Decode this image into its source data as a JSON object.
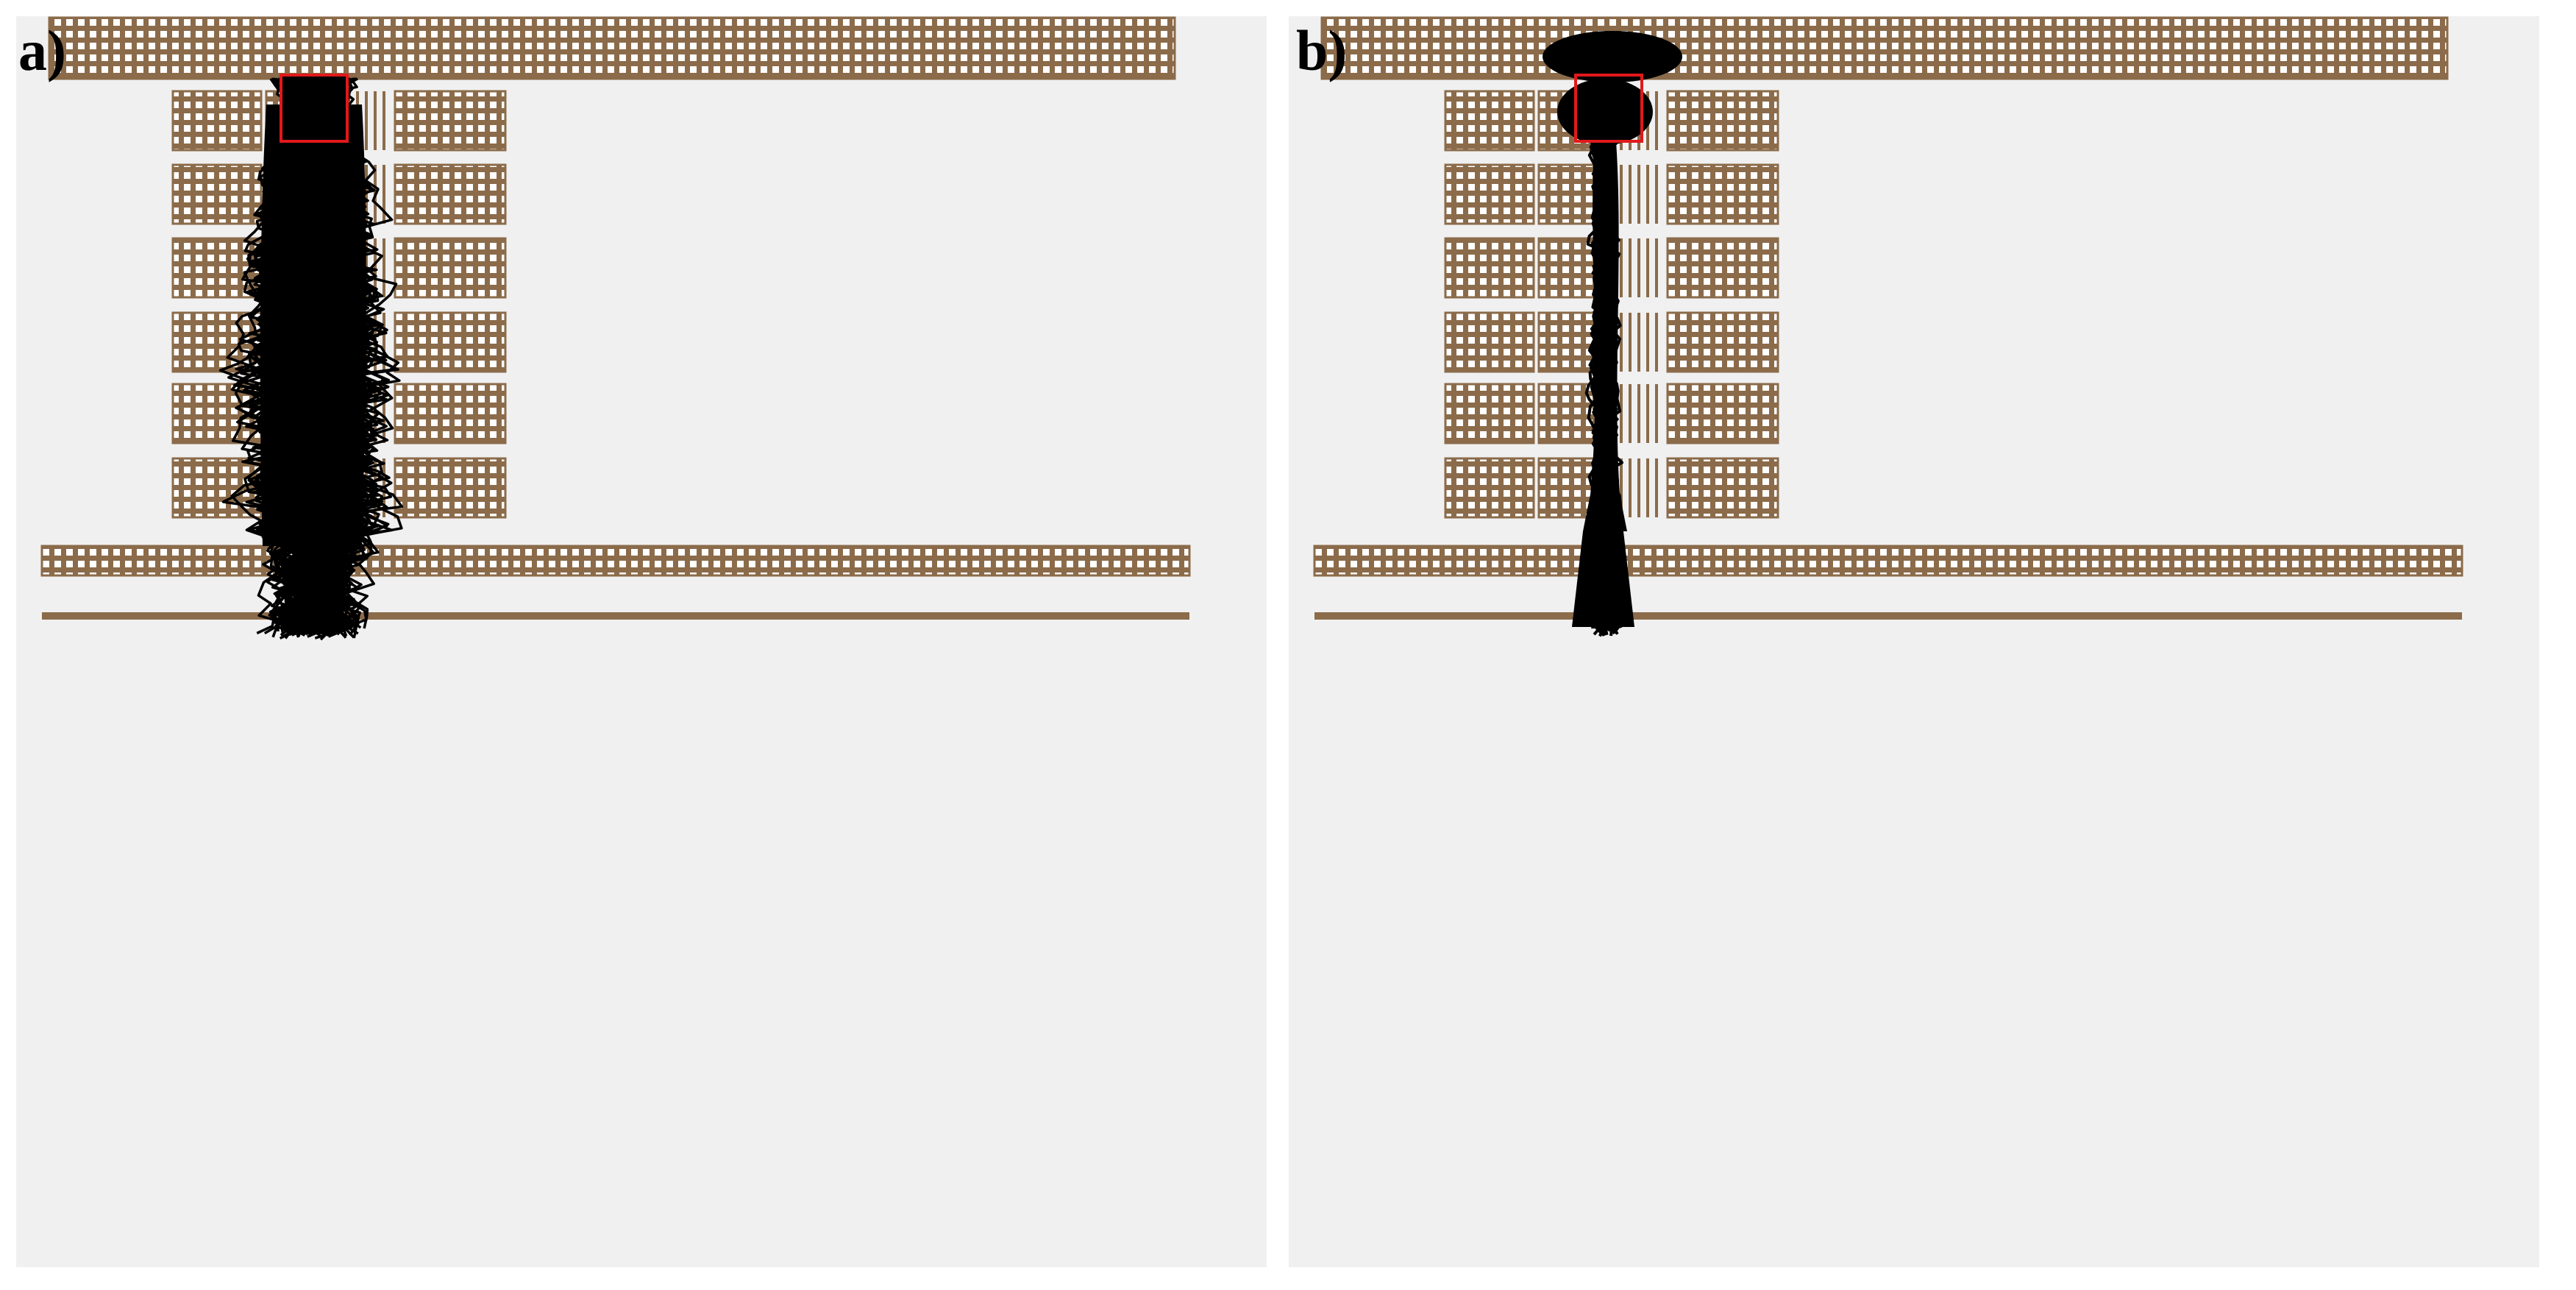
{
  "figure": {
    "panels": [
      {
        "label": "a)",
        "spread": "wide"
      },
      {
        "label": "b)",
        "spread": "narrow"
      }
    ],
    "colors": {
      "background": "#f0f0f0",
      "shelf_fill": "#8b6b4a",
      "shelf_hole": "#ffffff",
      "trajectory": "#000000",
      "start_box": "#e0191b"
    }
  }
}
